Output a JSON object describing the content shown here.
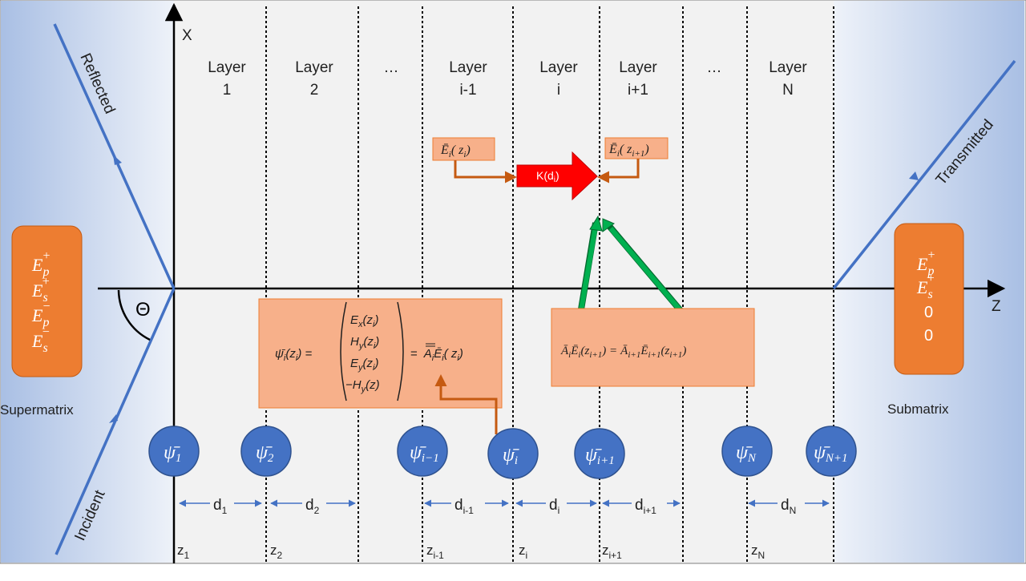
{
  "axes": {
    "x_label": "X",
    "z_label": "Z",
    "angle_label": "Θ"
  },
  "layers": [
    {
      "top": "Layer",
      "bottom": "1"
    },
    {
      "top": "Layer",
      "bottom": "2"
    },
    {
      "top": "…",
      "bottom": ""
    },
    {
      "top": "Layer",
      "bottom": "i-1"
    },
    {
      "top": "Layer",
      "bottom": "i"
    },
    {
      "top": "Layer",
      "bottom": "i+1"
    },
    {
      "top": "…",
      "bottom": ""
    },
    {
      "top": "Layer",
      "bottom": "N"
    }
  ],
  "rays": {
    "reflected": "Reflected",
    "incident": "Incident",
    "transmitted": "Transmitted"
  },
  "supermatrix": {
    "label": "Supermatrix",
    "vector": [
      {
        "base": "E",
        "sub": "p",
        "sup": "+"
      },
      {
        "base": "E",
        "sub": "s",
        "sup": "+"
      },
      {
        "base": "E",
        "sub": "p",
        "sup": "−"
      },
      {
        "base": "E",
        "sub": "s",
        "sup": "−"
      }
    ]
  },
  "submatrix": {
    "label": "Submatrix",
    "vector": [
      {
        "base": "E",
        "sub": "p",
        "sup": "+"
      },
      {
        "base": "E",
        "sub": "s",
        "sup": "+"
      },
      {
        "base": "0",
        "sub": "",
        "sup": ""
      },
      {
        "base": "0",
        "sub": "",
        "sup": ""
      }
    ]
  },
  "field_labels": {
    "left": {
      "base": "Ē",
      "sub": "i",
      "arg": "( z",
      "argsub": "i",
      "close": ")"
    },
    "right": {
      "base": "Ē",
      "sub": "i",
      "arg": "( z",
      "argsub": "i+1",
      "close": ")"
    }
  },
  "propagation": {
    "base": "K(d",
    "sub": "i",
    "close": ")"
  },
  "state_equation": {
    "lhs_base": "ψ̄",
    "lhs_sub": "i",
    "lhs_arg": "(z",
    "lhs_argsub": "i",
    "lhs_close": ") =",
    "vector": [
      {
        "base": "E",
        "sub": "x",
        "arg": "(z",
        "argsub": "i",
        "close": ")"
      },
      {
        "base": "H",
        "sub": "y",
        "arg": "(z",
        "argsub": "i",
        "close": ")"
      },
      {
        "base": "E",
        "sub": "y",
        "arg": "(z",
        "argsub": "i",
        "close": ")"
      },
      {
        "base": "−H",
        "sub": "y",
        "arg": "(z)",
        "argsub": "",
        "close": ""
      }
    ],
    "rhs_eq": "=",
    "rhs_matrix": "A",
    "rhs_matrix_sub": "i",
    "rhs_vector": "Ē",
    "rhs_vector_sub": "i",
    "rhs_arg": "( z",
    "rhs_argsub": "i",
    "rhs_close": ")"
  },
  "continuity_equation": {
    "a1": "Ā",
    "a1sub": "i",
    "e1": "Ē",
    "e1sub": "i",
    "arg1": "(z",
    "arg1sub": "i+1",
    "close1": ") =",
    "a2": "Ā",
    "a2sub": "i+1",
    "e2": "Ē",
    "e2sub": "i+1",
    "arg2": "(z",
    "arg2sub": "i+1",
    "close2": ")"
  },
  "psi_nodes": [
    {
      "base": "ψ̄",
      "sub": "1"
    },
    {
      "base": "ψ̄",
      "sub": "2"
    },
    {
      "base": "ψ̄",
      "sub": "i−1"
    },
    {
      "base": "ψ̄",
      "sub": "i"
    },
    {
      "base": "ψ̄",
      "sub": "i+1"
    },
    {
      "base": "ψ̄",
      "sub": "N"
    },
    {
      "base": "ψ̄",
      "sub": "N+1"
    }
  ],
  "thicknesses": [
    {
      "base": "d",
      "sub": "1"
    },
    {
      "base": "d",
      "sub": "2"
    },
    {
      "base": "d",
      "sub": "i-1"
    },
    {
      "base": "d",
      "sub": "i"
    },
    {
      "base": "d",
      "sub": "i+1"
    },
    {
      "base": "d",
      "sub": "N"
    }
  ],
  "boundaries": [
    {
      "base": "z",
      "sub": "1"
    },
    {
      "base": "z",
      "sub": "2"
    },
    {
      "base": "z",
      "sub": "i-1"
    },
    {
      "base": "z",
      "sub": "i"
    },
    {
      "base": "z",
      "sub": "i+1"
    },
    {
      "base": "z",
      "sub": "N"
    }
  ],
  "colors": {
    "background_layers": "#f2f2f2",
    "side_gradient_light": "#e4ebf6",
    "side_gradient_dark": "#9db4de",
    "ray_blue": "#4472c4",
    "node_blue": "#4472c4",
    "orange_box": "#ed7d31",
    "equation_box": "#f7b08a",
    "arrow_brown": "#c55a11",
    "kd_red": "#ff0000",
    "green_arrow": "#00b050"
  }
}
